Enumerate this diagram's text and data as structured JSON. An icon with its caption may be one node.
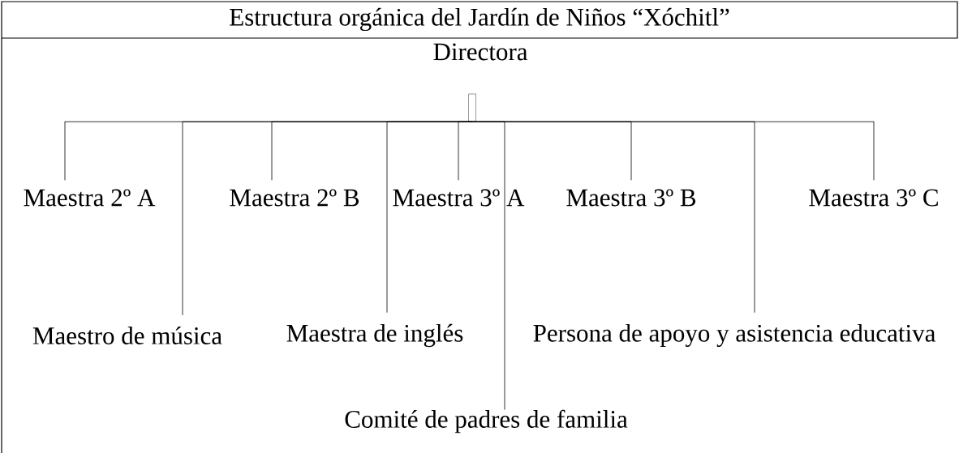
{
  "diagram": {
    "title": "Estructura orgánica del Jardín de Niños “Xóchitl”",
    "nodes": [
      {
        "text": [
          "Directora"
        ]
      },
      {
        "text": [],
        "shape": "box"
      },
      {
        "text": [
          "Maestra 2º A"
        ]
      },
      {
        "text": [
          "Maestro de música"
        ]
      },
      {
        "text": [
          "Maestra 2º B"
        ]
      },
      {
        "text": [
          "Maestra de inglés"
        ]
      },
      {
        "text": [
          "Maestra 3º A"
        ]
      },
      {
        "text": [
          "Comité de padres de familia"
        ]
      },
      {
        "text": [
          "Maestra 3º B"
        ]
      },
      {
        "text": [
          "Persona de apoyo y asistencia educativa"
        ]
      },
      {
        "text": [
          "Maestra 3º C"
        ]
      }
    ],
    "edges": [
      {
        "from": 1,
        "to": 2,
        "arrow": "none"
      },
      {
        "from": 1,
        "to": 3,
        "arrow": "none"
      },
      {
        "from": 1,
        "to": 4,
        "arrow": "none"
      },
      {
        "from": 1,
        "to": 5,
        "arrow": "none"
      },
      {
        "from": 1,
        "to": 6,
        "arrow": "none"
      },
      {
        "from": 1,
        "to": 7,
        "arrow": "none"
      },
      {
        "from": 1,
        "to": 8,
        "arrow": "none"
      },
      {
        "from": 1,
        "to": 9,
        "arrow": "none"
      },
      {
        "from": 1,
        "to": 10,
        "arrow": "none"
      }
    ]
  }
}
